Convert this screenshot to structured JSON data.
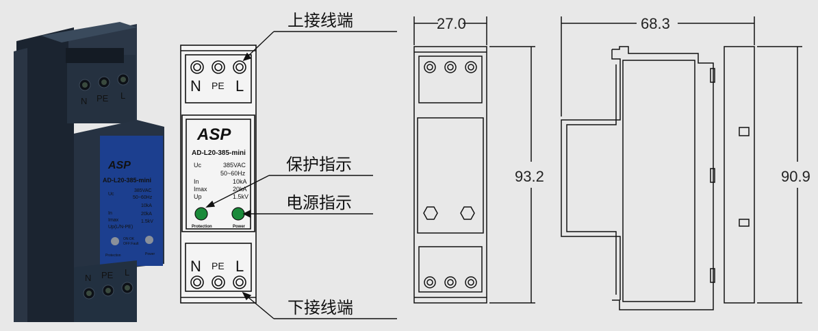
{
  "photo": {
    "terminal_labels_top": [
      "N",
      "PE",
      "L"
    ],
    "terminal_labels_bottom": [
      "N",
      "PE",
      "L"
    ],
    "brand": "ASP",
    "model": "AD-L20-385-mini",
    "specs": [
      {
        "key": "Uc",
        "value": "385VAC"
      },
      {
        "key": "",
        "value": "50~60Hz"
      },
      {
        "key": "In",
        "value": "10kA"
      },
      {
        "key": "Imax",
        "value": "20kA"
      },
      {
        "key": "Up(L/N-PE)",
        "value": "1.5kV"
      }
    ],
    "status_note_1": "ON:OK",
    "status_note_2": "OFF:Fault",
    "led_protection": "Protection",
    "led_power": "Power"
  },
  "front_view": {
    "top_terminals": [
      "N",
      "PE",
      "L"
    ],
    "bottom_terminals": [
      "N",
      "PE",
      "L"
    ],
    "brand": "ASP",
    "model": "AD-L20-385-mini",
    "specs": [
      {
        "key": "Uc",
        "value": "385VAC"
      },
      {
        "key": "",
        "value": "50~60Hz"
      },
      {
        "key": "In",
        "value": "10kA"
      },
      {
        "key": "Imax",
        "value": "20kA"
      },
      {
        "key": "Up",
        "value": "1.5kV"
      }
    ],
    "led_protection": "Protection",
    "led_power": "Power"
  },
  "callouts": {
    "upper_terminal": "上接线端",
    "protection_indicator": "保护指示",
    "power_indicator": "电源指示",
    "lower_terminal": "下接线端"
  },
  "dimensions": {
    "width": "27.0",
    "height": "93.2",
    "depth": "68.3",
    "side_height": "90.9"
  },
  "colors": {
    "module_body": "#1f2a3a",
    "label_blue": "#1c3f8f",
    "led_green": "#1a8a3a"
  }
}
